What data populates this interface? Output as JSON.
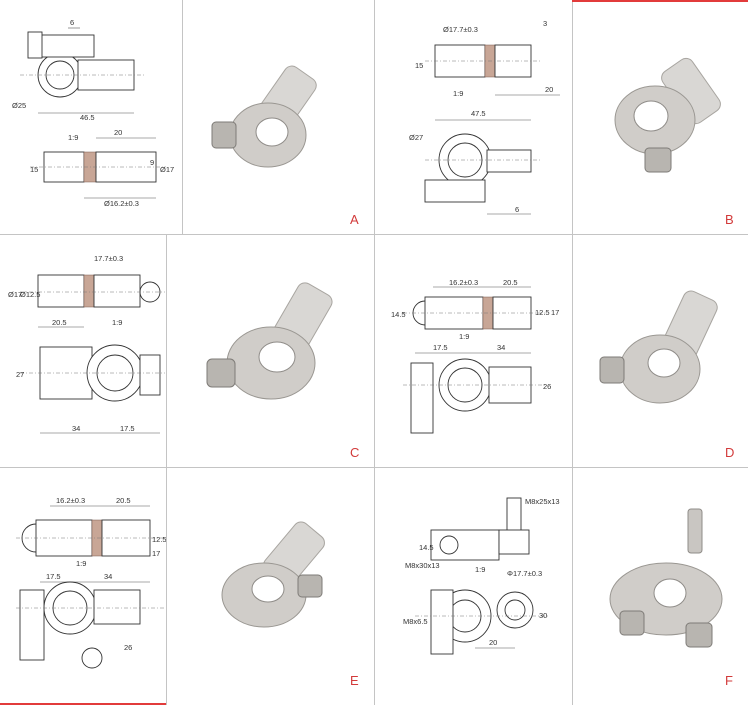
{
  "colors": {
    "accent": "#d23a3a",
    "grid": "#c4c4c4",
    "metal_light": "#d9d7d4",
    "metal_dark": "#8f8c88",
    "hatch": "#c8a696"
  },
  "panels": [
    {
      "letter": "A",
      "dims": [
        "6",
        "Ø25",
        "46.5",
        "1:9",
        "20",
        "15",
        "9",
        "Ø17",
        "Ø16.2±0.3"
      ]
    },
    {
      "letter": "B",
      "dims": [
        "Ø17.7±0.3",
        "3",
        "15",
        "1:9",
        "20",
        "47.5",
        "Ø27",
        "6"
      ]
    },
    {
      "letter": "C",
      "dims": [
        "17.7±0.3",
        "Ø17",
        "Ø12.5",
        "20.5",
        "1:9",
        "27",
        "34",
        "17.5"
      ]
    },
    {
      "letter": "D",
      "dims": [
        "16.2±0.3",
        "20.5",
        "14.5",
        "12.5",
        "17",
        "1:9",
        "17.5",
        "34",
        "26"
      ]
    },
    {
      "letter": "E",
      "dims": [
        "16.2±0.3",
        "20.5",
        "12.5",
        "17",
        "1:9",
        "17.5",
        "34",
        "26"
      ]
    },
    {
      "letter": "F",
      "dims": [
        "M8x25x13",
        "14.5",
        "M8x30x13",
        "1:9",
        "Φ17.7±0.3",
        "M8x6.5",
        "30",
        "20"
      ]
    }
  ]
}
